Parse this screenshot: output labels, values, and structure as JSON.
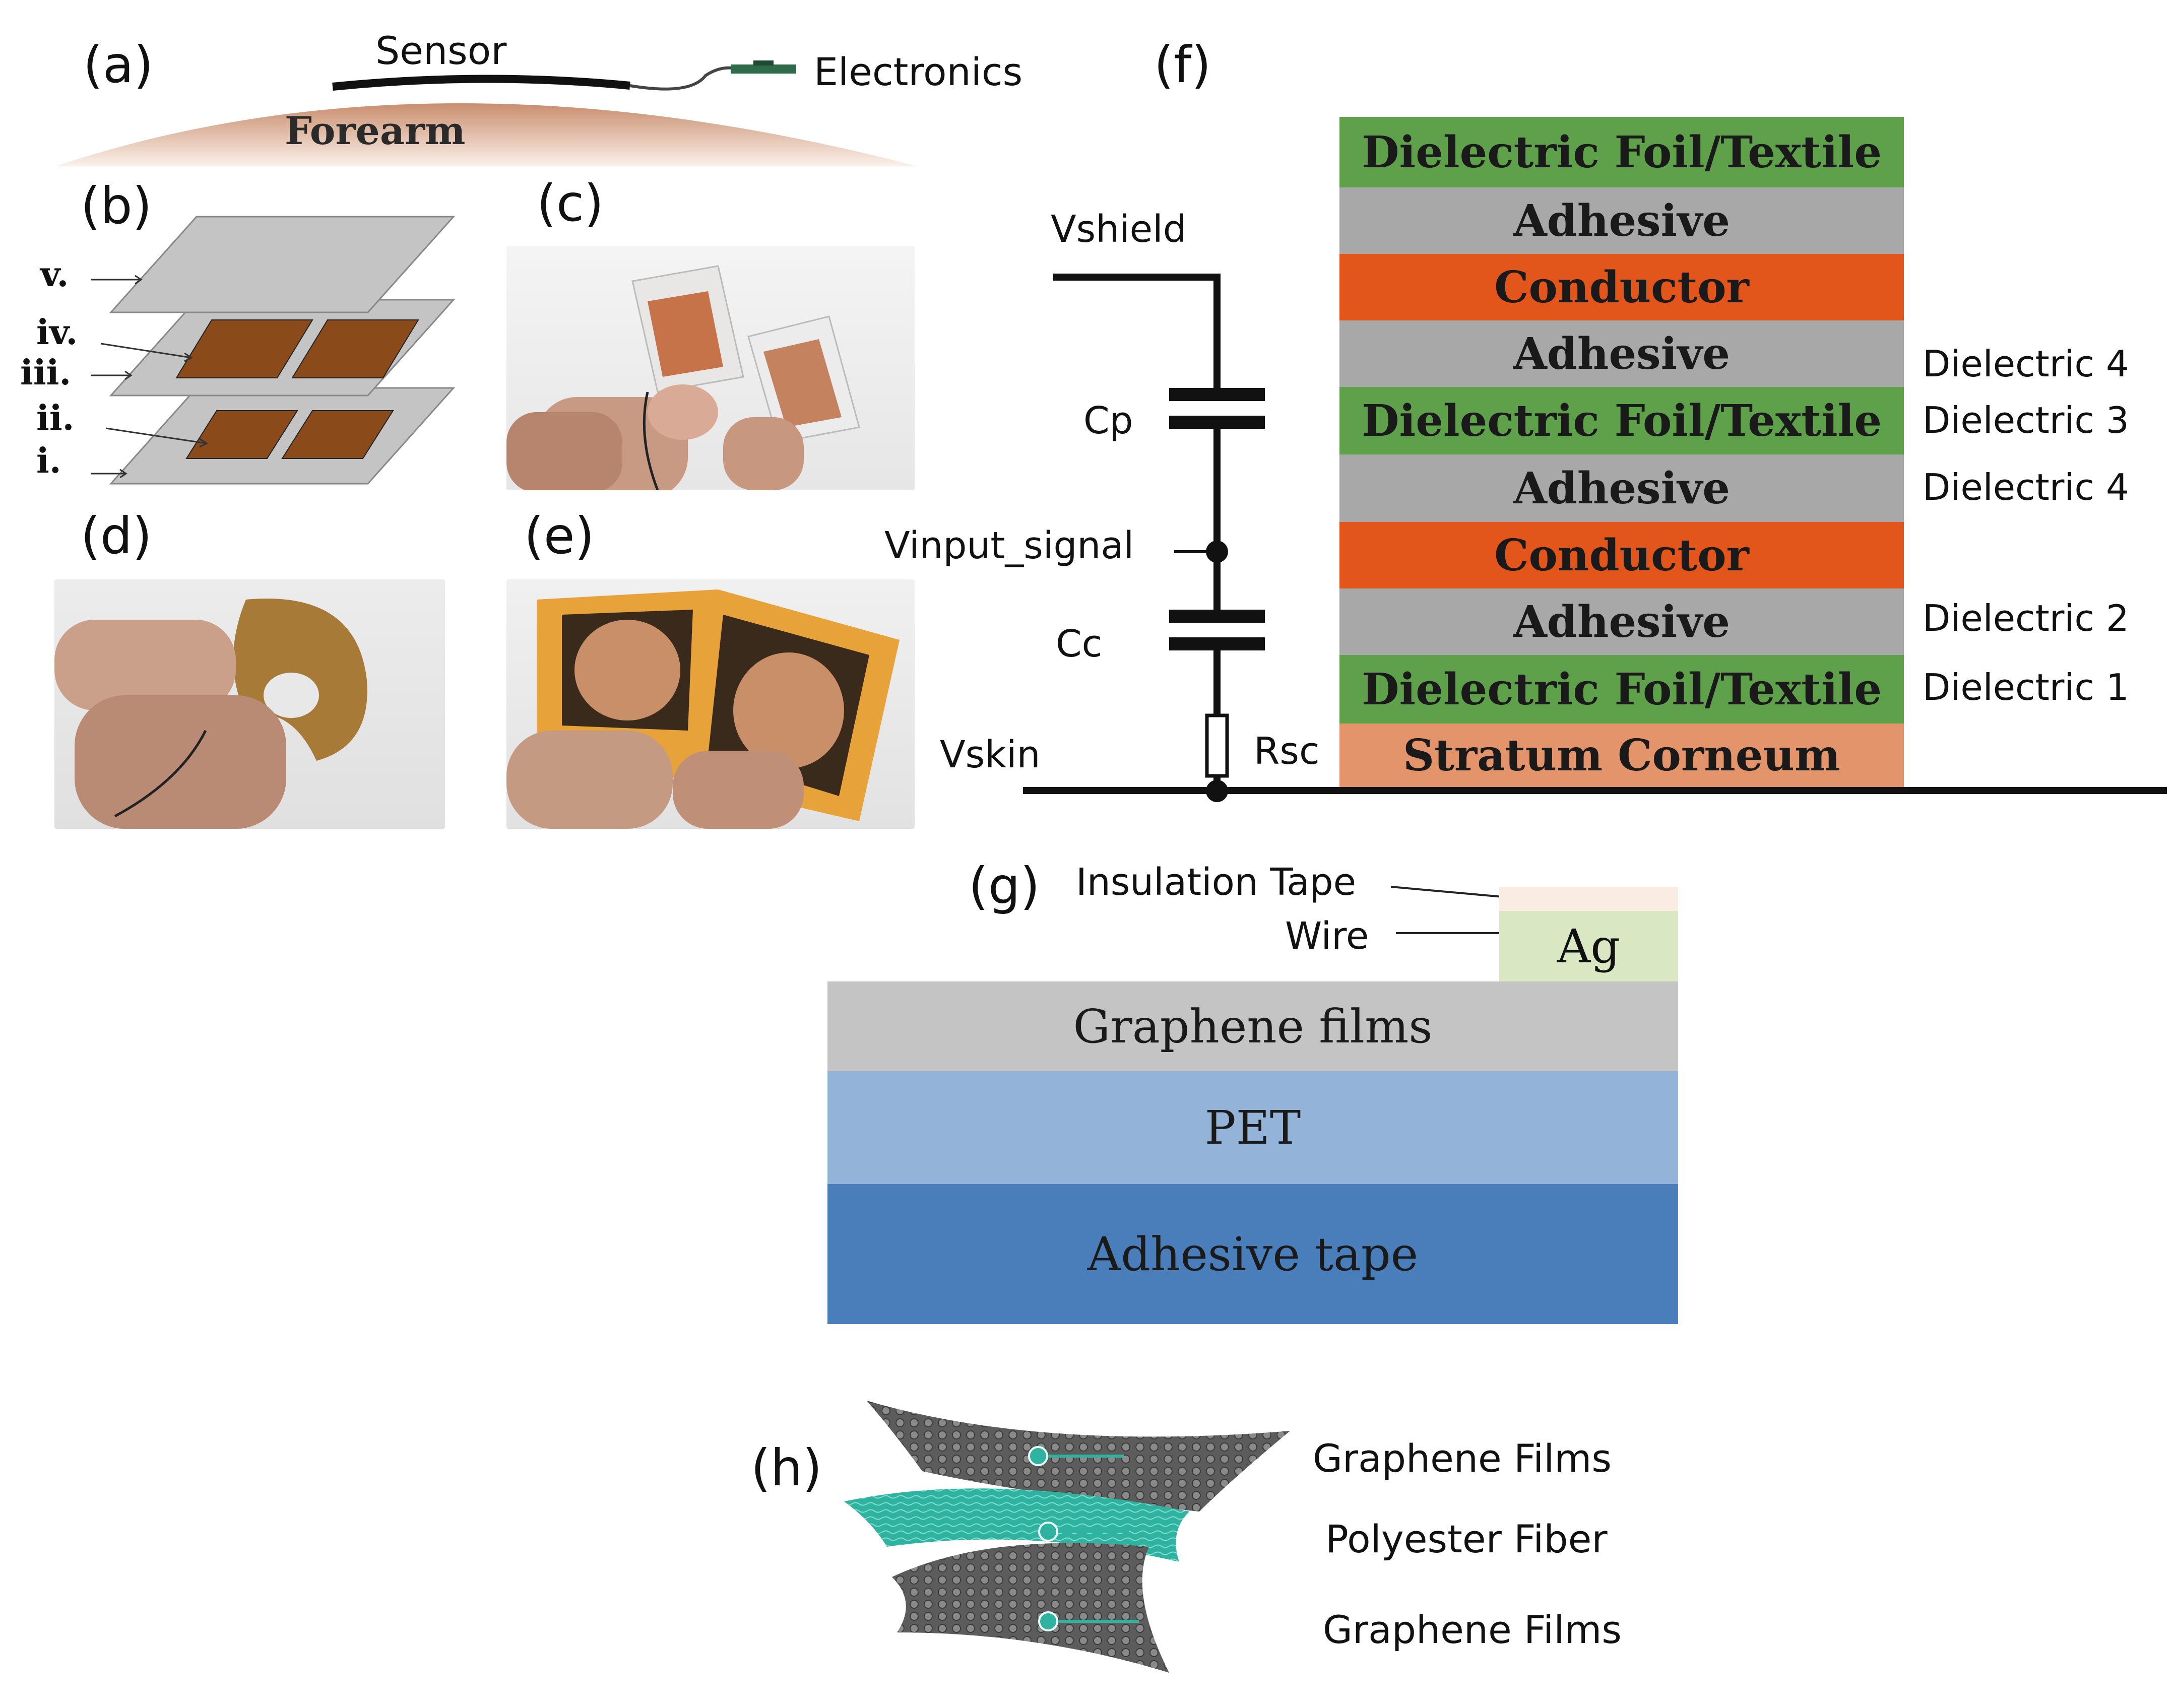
{
  "panel_labels": {
    "a": "(a)",
    "b": "(b)",
    "c": "(c)",
    "d": "(d)",
    "e": "(e)",
    "f": "(f)",
    "g": "(g)",
    "h": "(h)"
  },
  "panel_a": {
    "sensor": "Sensor",
    "electronics": "Electronics",
    "forearm": "Forearm"
  },
  "panel_b": {
    "layer_labels": [
      "v.",
      "iv.",
      "iii.",
      "ii.",
      "i."
    ]
  },
  "panel_f": {
    "circuit": {
      "vshield": "Vshield",
      "cp": "Cp",
      "vinput": "Vinput_signal",
      "cc": "Cc",
      "vskin": "Vskin",
      "rsc": "Rsc"
    },
    "layers": [
      {
        "label": "Dielectric Foil/Textile",
        "color": "#5fa14a"
      },
      {
        "label": "Adhesive",
        "color": "#a8a8a8"
      },
      {
        "label": "Conductor",
        "color": "#e2561c"
      },
      {
        "label": "Adhesive",
        "color": "#a8a8a8"
      },
      {
        "label": "Dielectric Foil/Textile",
        "color": "#5fa14a"
      },
      {
        "label": "Adhesive",
        "color": "#a8a8a8"
      },
      {
        "label": "Conductor",
        "color": "#e2561c"
      },
      {
        "label": "Adhesive",
        "color": "#a8a8a8"
      },
      {
        "label": "Dielectric Foil/Textile",
        "color": "#5fa14a"
      },
      {
        "label": "Stratum Corneum",
        "color": "#e3946a"
      }
    ],
    "dielectric_labels": [
      "Dielectric 4",
      "Dielectric 3",
      "Dielectric 4",
      "Dielectric 2",
      "Dielectric 1"
    ]
  },
  "panel_g": {
    "insulation_tape": "Insulation Tape",
    "wire": "Wire",
    "ag": "Ag",
    "layers": [
      {
        "label": "Graphene films",
        "color": "#c4c4c4"
      },
      {
        "label": "PET",
        "color": "#93b3d9"
      },
      {
        "label": "Adhesive tape",
        "color": "#4a7ebb"
      }
    ]
  },
  "panel_h": {
    "labels": [
      "Graphene Films",
      "Polyester Fiber",
      "Graphene Films"
    ]
  }
}
